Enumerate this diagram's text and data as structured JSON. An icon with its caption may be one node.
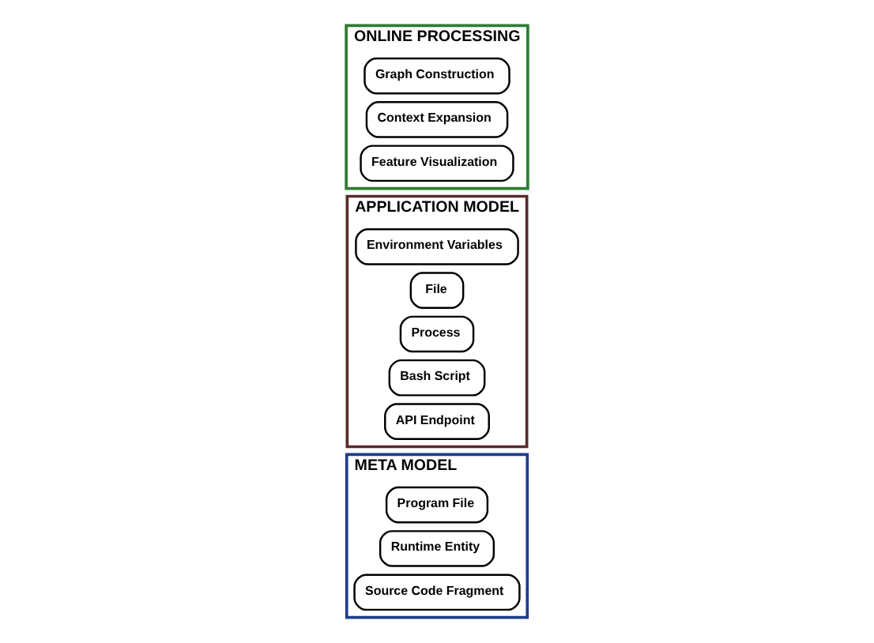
{
  "diagram": {
    "nodes": [
      {
        "text": [
          "META MODEL"
        ]
      },
      {
        "text": [
          "Program File"
        ],
        "in": 0
      },
      {
        "text": [
          "Runtime Entity"
        ],
        "in": 0
      },
      {
        "text": [
          "Source Code Fragment"
        ],
        "in": 0
      },
      {
        "text": [
          "APPLICATION MODEL"
        ]
      },
      {
        "text": [
          "Environment Variables"
        ],
        "in": 4
      },
      {
        "text": [
          "File"
        ],
        "in": 4
      },
      {
        "text": [
          "Process"
        ],
        "in": 4
      },
      {
        "text": [
          "Bash Script"
        ],
        "in": 4
      },
      {
        "text": [
          "API Endpoint"
        ],
        "in": 4
      },
      {
        "text": [
          "ONLINE PROCESSING"
        ]
      },
      {
        "text": [
          "Graph Construction"
        ],
        "in": 10
      },
      {
        "text": [
          "Context Expansion"
        ],
        "in": 10
      },
      {
        "text": [
          "Feature Visualization"
        ],
        "in": 10
      }
    ],
    "edges": []
  }
}
